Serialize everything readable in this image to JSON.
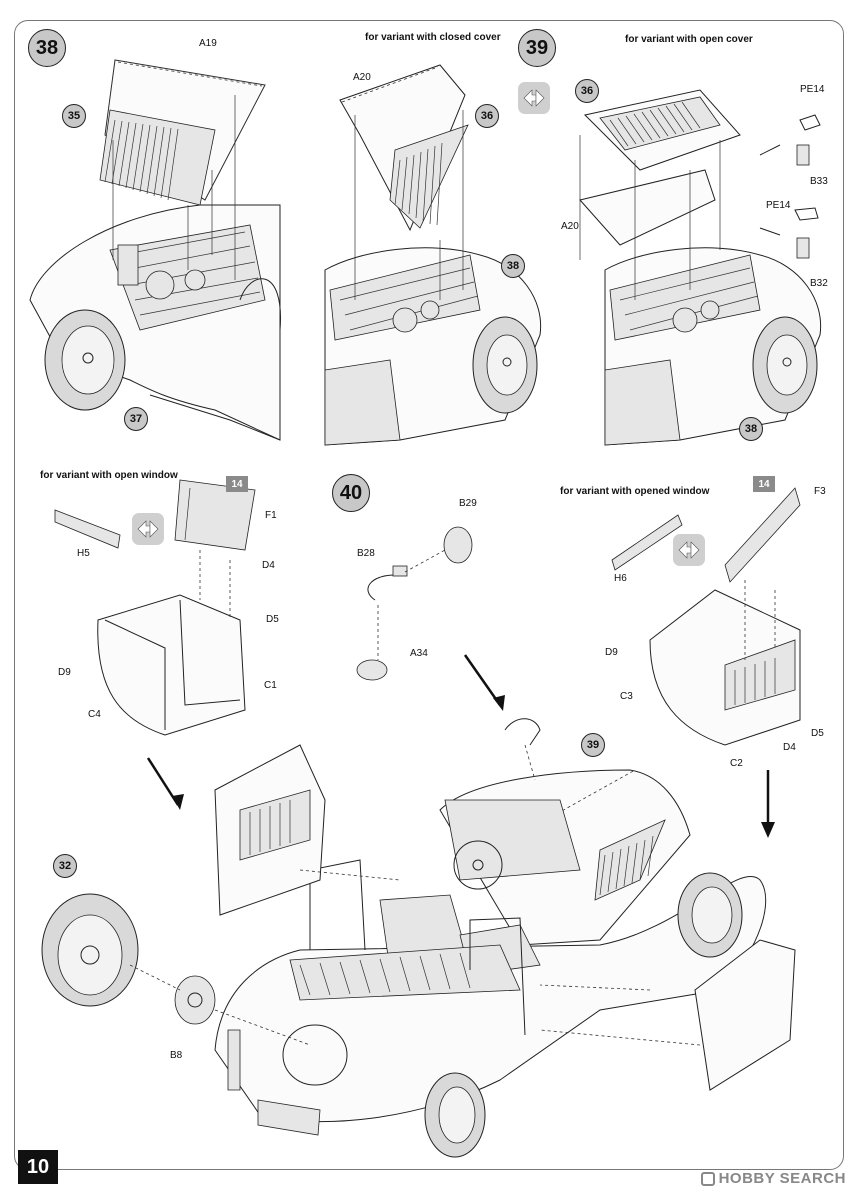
{
  "page_number": "10",
  "watermark": "HOBBY SEARCH",
  "steps": [
    {
      "number": "38"
    },
    {
      "number": "39"
    },
    {
      "number": "40"
    }
  ],
  "captions": {
    "closed_cover": "for variant with closed cover",
    "open_cover": "for variant with open cover",
    "open_window": "for variant with open window",
    "opened_window": "for variant with opened window"
  },
  "references": {
    "r35": "35",
    "r36a": "36",
    "r36b": "36",
    "r37": "37",
    "r38a": "38",
    "r38b": "38",
    "r39": "39",
    "r32": "32"
  },
  "sheet_refs": {
    "s14a": "14",
    "s14b": "14"
  },
  "parts": {
    "A19": "A19",
    "A20a": "A20",
    "A20b": "A20",
    "PE14a": "PE14",
    "PE14b": "PE14",
    "B33": "B33",
    "B32": "B32",
    "H5": "H5",
    "F1": "F1",
    "D4a": "D4",
    "D5a": "D5",
    "D9a": "D9",
    "C1": "C1",
    "C4": "C4",
    "B29": "B29",
    "B28": "B28",
    "A34": "A34",
    "F3": "F3",
    "H6": "H6",
    "D9b": "D9",
    "C3": "C3",
    "D4b": "D4",
    "D5b": "D5",
    "C2": "C2",
    "B8": "B8"
  },
  "icons": [
    "option-arrows-icon",
    "option-arrows-icon",
    "option-arrows-icon"
  ]
}
